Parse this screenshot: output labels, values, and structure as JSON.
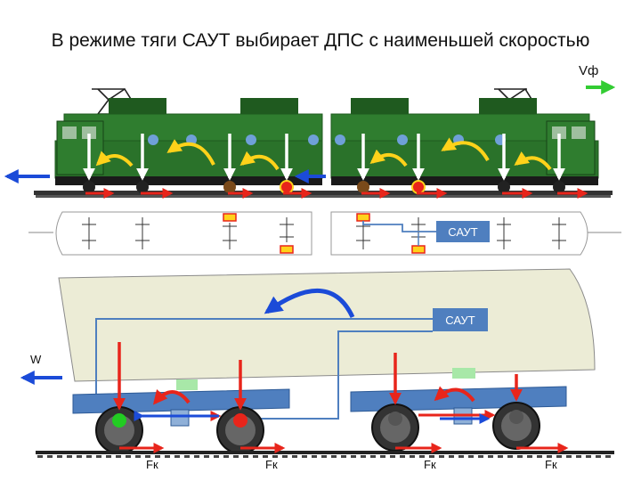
{
  "title": "В режиме тяги САУТ выбирает ДПС с наименьшей скоростью",
  "labels": {
    "velocity": "Vф",
    "saut_top": "САУТ",
    "saut_bottom": "САУТ",
    "resistance": "W",
    "traction_force": "Fк"
  },
  "colors": {
    "loco_body": "#2f7d2f",
    "loco_dark": "#1f5a1f",
    "frame": "#4f7fbf",
    "force_arrow": "#e8251b",
    "rotation_arrow": "#1b4bd8",
    "yellow_arrow": "#ffd21a",
    "green_arrow": "#33cc33",
    "saut_box": "#4f7fbf",
    "body_fill": "#ececd6"
  }
}
